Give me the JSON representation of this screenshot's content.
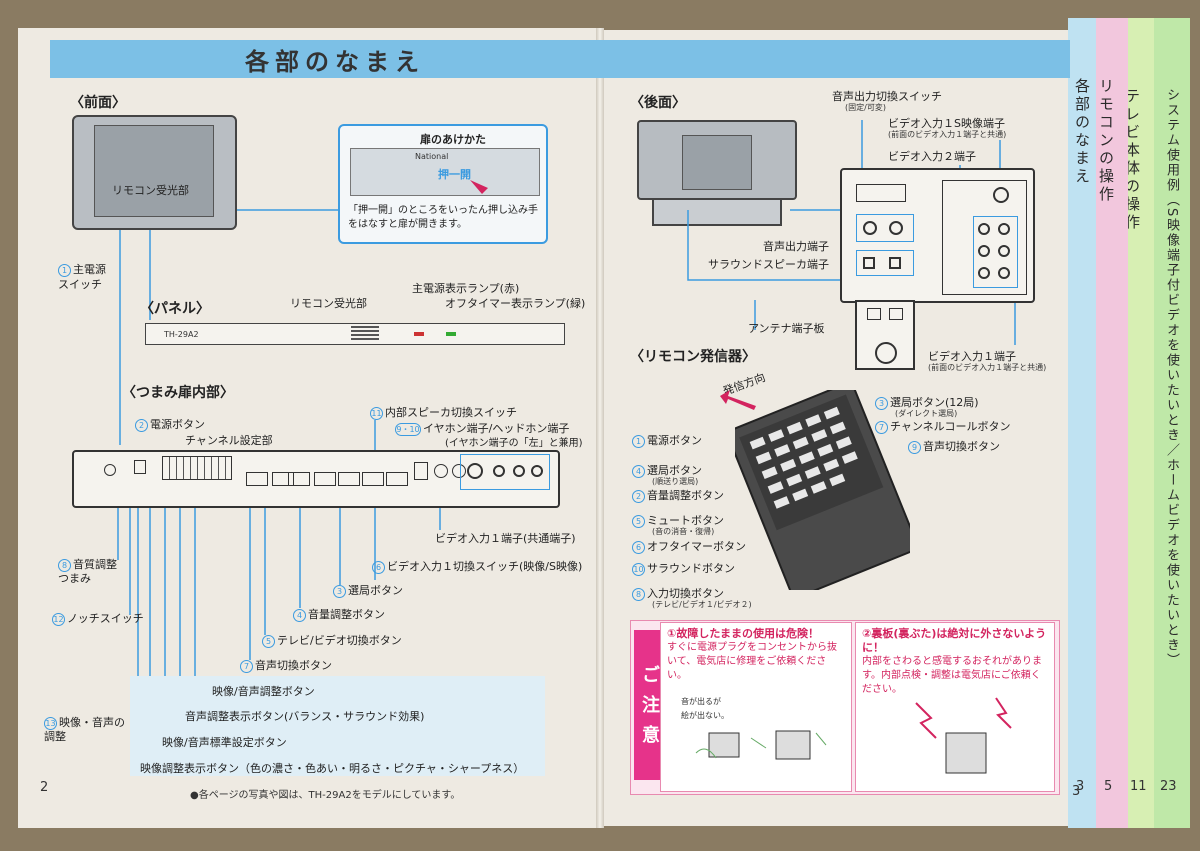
{
  "header": {
    "title": "各部のなまえ"
  },
  "tabs": [
    {
      "label": "各部のなまえ",
      "page": "3"
    },
    {
      "label": "リモコンの操作",
      "page": "5"
    },
    {
      "label": "テレビ本体の操作",
      "page": "11"
    },
    {
      "label": "システム使用例（S映像端子付ビデオを使いたいとき／ホームビデオを使いたいとき）",
      "page": "23"
    }
  ],
  "left": {
    "front_title": "〈前面〉",
    "remote_sensor": "リモコン受光部",
    "door_callout": {
      "title": "扉のあけかた",
      "push_label": "押一開",
      "brand": "National",
      "text": "「押一開」のところをいったん押し込み手をはなすと扉が開きます。"
    },
    "main_power": {
      "num": "1",
      "label": "主電源\nスイッチ"
    },
    "panel_title": "〈パネル〉",
    "panel_model": "TH-29A2",
    "panel_sensor": "リモコン受光部",
    "panel_power_lamp": "主電源表示ランプ(赤)",
    "panel_offtimer_lamp": "オフタイマー表示ランプ(緑)",
    "knob_title": "〈つまみ扉内部〉",
    "knob_labels": [
      {
        "num": "2",
        "text": "電源ボタン"
      },
      {
        "num": "",
        "text": "チャンネル設定部"
      },
      {
        "num": "11",
        "text": "内部スピーカ切換スイッチ"
      },
      {
        "num": "9・10",
        "text": "イヤホン端子/ヘッドホン端子"
      },
      {
        "num": "",
        "text": "(イヤホン端子の「左」と兼用)"
      },
      {
        "num": "",
        "text": "ビデオ入力１端子(共通端子)"
      },
      {
        "num": "6",
        "text": "ビデオ入力１切換スイッチ(映像/S映像)"
      },
      {
        "num": "3",
        "text": "選局ボタン"
      },
      {
        "num": "4",
        "text": "音量調整ボタン"
      },
      {
        "num": "5",
        "text": "テレビ/ビデオ切換ボタン"
      },
      {
        "num": "7",
        "text": "音声切換ボタン"
      },
      {
        "num": "",
        "text": "映像/音声調整ボタン"
      },
      {
        "num": "",
        "text": "音声調整表示ボタン(バランス・サラウンド効果)"
      },
      {
        "num": "",
        "text": "映像/音声標準設定ボタン"
      },
      {
        "num": "",
        "text": "映像調整表示ボタン（色の濃さ・色あい・明るさ・ピクチャ・シャープネス）"
      },
      {
        "num": "8",
        "text": "音質調整\nつまみ"
      },
      {
        "num": "12",
        "text": "ノッチスイッチ"
      },
      {
        "num": "13",
        "text": "映像・音声の\n調整"
      }
    ],
    "footnote": "●各ページの写真や図は、TH-29A2をモデルにしています。",
    "page": "2"
  },
  "right": {
    "rear_title": "〈後面〉",
    "rear_labels": [
      {
        "text": "音声出力切換スイッチ"
      },
      {
        "text": "(固定/可変)"
      },
      {
        "text": "ビデオ入力１S映像端子"
      },
      {
        "text": "(前面のビデオ入力１端子と共通)"
      },
      {
        "text": "ビデオ入力２端子"
      },
      {
        "text": "音声出力端子"
      },
      {
        "text": "サラウンドスピーカ端子"
      },
      {
        "text": "アンテナ端子板"
      },
      {
        "text": "ビデオ入力１端子"
      },
      {
        "text": "(前面のビデオ入力１端子と共通)"
      }
    ],
    "remote_title": "〈リモコン発信器〉",
    "remote_direction": "発信方向",
    "remote_labels": [
      {
        "num": "1",
        "text": "電源ボタン",
        "sub": ""
      },
      {
        "num": "4",
        "text": "選局ボタン",
        "sub": "(順送り選局)"
      },
      {
        "num": "2",
        "text": "音量調整ボタン",
        "sub": ""
      },
      {
        "num": "5",
        "text": "ミュートボタン",
        "sub": "(音の消音・復帰)"
      },
      {
        "num": "6",
        "text": "オフタイマーボタン",
        "sub": ""
      },
      {
        "num": "10",
        "text": "サラウンドボタン",
        "sub": ""
      },
      {
        "num": "8",
        "text": "入力切換ボタン",
        "sub": "(テレビ/ビデオ１/ビデオ２)"
      },
      {
        "num": "3",
        "text": "選局ボタン(12局)",
        "sub": "(ダイレクト選局)"
      },
      {
        "num": "7",
        "text": "チャンネルコールボタン",
        "sub": ""
      },
      {
        "num": "9",
        "text": "音声切換ボタン",
        "sub": ""
      }
    ],
    "caution": {
      "tag": "ご注意",
      "box1_title": "①故障したままの使用は危険！",
      "box1_text": "すぐに電源プラグをコンセントから抜いて、電気店に修理をご依頼ください。",
      "box1_bubble": "音が出るが\n絵が出ない。",
      "box2_title": "②裏板(裏ぶた)は絶対に外さないように！",
      "box2_text": "内部をさわると感電するおそれがあります。内部点検・調整は電気店にご依頼ください。"
    },
    "page": "3"
  },
  "colors": {
    "header": "#7cc0e6",
    "accent_blue": "#3b9be0",
    "caution_pink": "#e6338a"
  }
}
